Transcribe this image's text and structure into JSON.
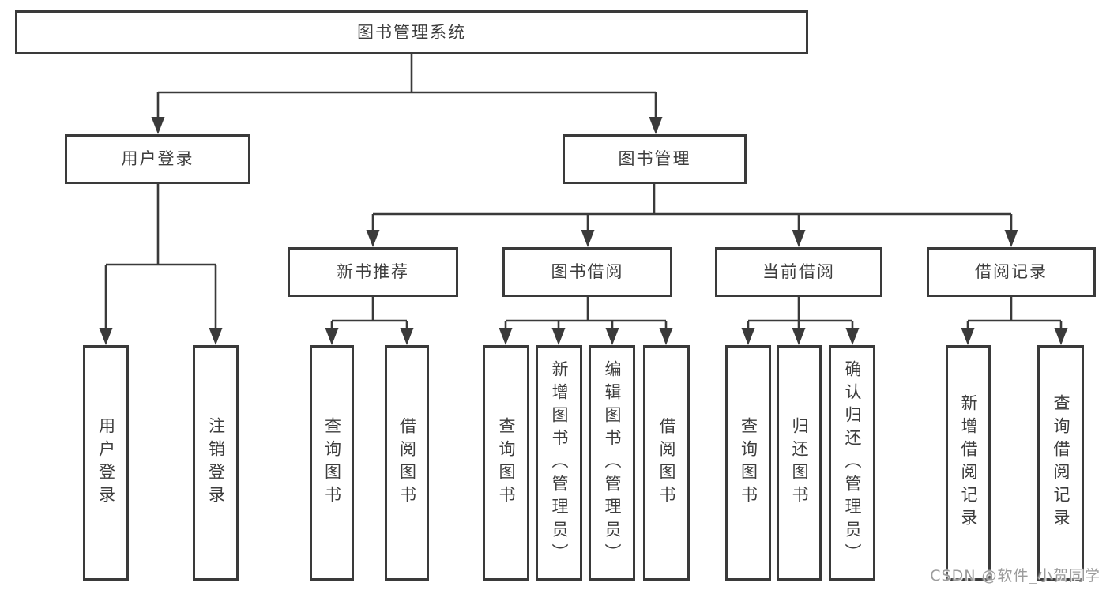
{
  "diagram": {
    "root": {
      "label": "图书管理系统"
    },
    "children": [
      {
        "label": "用户登录",
        "children": [
          {
            "label": "用户登录"
          },
          {
            "label": "注销登录"
          }
        ]
      },
      {
        "label": "图书管理",
        "children": [
          {
            "label": "新书推荐",
            "children": [
              {
                "label": "查询图书"
              },
              {
                "label": "借阅图书"
              }
            ]
          },
          {
            "label": "图书借阅",
            "children": [
              {
                "label": "查询图书"
              },
              {
                "label": "新增图书（管理员）"
              },
              {
                "label": "编辑图书（管理员）"
              },
              {
                "label": "借阅图书"
              }
            ]
          },
          {
            "label": "当前借阅",
            "children": [
              {
                "label": "查询图书"
              },
              {
                "label": "归还图书"
              },
              {
                "label": "确认归还（管理员）"
              }
            ]
          },
          {
            "label": "借阅记录",
            "children": [
              {
                "label": "新增借阅记录"
              },
              {
                "label": "查询借阅记录"
              }
            ]
          }
        ]
      }
    ]
  },
  "watermark": {
    "text": "CSDN @软件_小贺同学"
  },
  "colors": {
    "line": "#3a3a3a",
    "box_fill": "#ffffff",
    "text": "#3d3d3d",
    "watermark": "#9c9c9c",
    "background": "#ffffff"
  }
}
